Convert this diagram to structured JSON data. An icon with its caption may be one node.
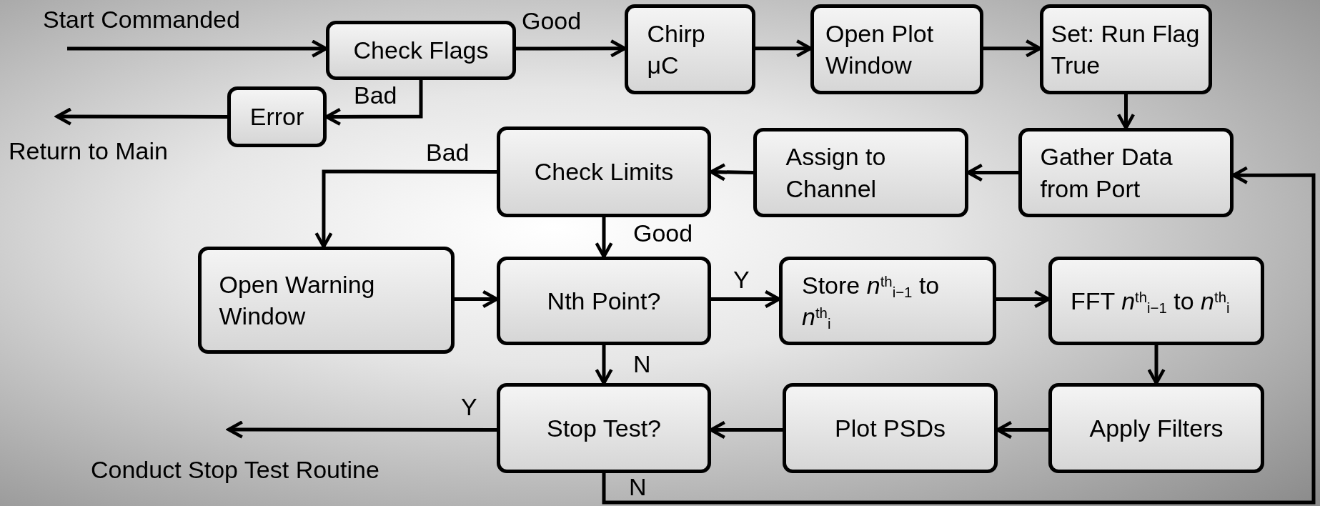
{
  "diagram": {
    "nodes": [
      {
        "text": [
          "Check Flags"
        ]
      },
      {
        "text": [
          "Chirp μC"
        ]
      },
      {
        "text": [
          "Open Plot Window"
        ]
      },
      {
        "text": [
          "Set: Run Flag True"
        ]
      },
      {
        "text": [
          "Error"
        ]
      },
      {
        "text": [
          "Check Limits"
        ]
      },
      {
        "text": [
          "Assign to Channel"
        ]
      },
      {
        "text": [
          "Gather Data from Port"
        ]
      },
      {
        "text": [
          "Open Warning Window"
        ]
      },
      {
        "text": [
          "Nth Point?"
        ]
      },
      {
        "text": [
          "Store *n*$^{th}$$_{i−1}$ to *n*$^{th}$$_{i}$"
        ]
      },
      {
        "text": [
          "FFT *n*$^{th}$$_{i−1}$ to *n*$^{th}$$_{i}$"
        ]
      },
      {
        "text": [
          "Stop Test?"
        ]
      },
      {
        "text": [
          "Plot PSDs"
        ]
      },
      {
        "text": [
          "Apply Filters"
        ]
      }
    ],
    "edges": [
      {
        "from": null,
        "to": 0,
        "arrow": "to",
        "label": "Start Commanded"
      },
      {
        "from": 0,
        "to": 1,
        "arrow": "to",
        "label": "Good"
      },
      {
        "from": 1,
        "to": 2,
        "arrow": "to"
      },
      {
        "from": 2,
        "to": 3,
        "arrow": "to"
      },
      {
        "from": 0,
        "to": 4,
        "arrow": "to",
        "label": "Bad"
      },
      {
        "from": 4,
        "to": null,
        "arrow": "to",
        "label": "Return to Main"
      },
      {
        "from": 3,
        "to": 7,
        "arrow": "to"
      },
      {
        "from": 7,
        "to": 6,
        "arrow": "to"
      },
      {
        "from": 6,
        "to": 5,
        "arrow": "to"
      },
      {
        "from": 5,
        "to": 8,
        "arrow": "to",
        "label": "Bad"
      },
      {
        "from": 5,
        "to": 9,
        "arrow": "to",
        "label": "Good"
      },
      {
        "from": 8,
        "to": 9,
        "arrow": "to"
      },
      {
        "from": 9,
        "to": 10,
        "arrow": "to",
        "label": "Y"
      },
      {
        "from": 10,
        "to": 11,
        "arrow": "to"
      },
      {
        "from": 11,
        "to": 14,
        "arrow": "to"
      },
      {
        "from": 14,
        "to": 13,
        "arrow": "to"
      },
      {
        "from": 13,
        "to": 12,
        "arrow": "to"
      },
      {
        "from": 9,
        "to": 12,
        "arrow": "to",
        "label": "N"
      },
      {
        "from": 12,
        "to": null,
        "arrow": "to",
        "label": "Y"
      },
      {
        "from": 12,
        "to": 7,
        "arrow": "to",
        "label": "N"
      }
    ],
    "labels": [
      "Conduct Stop Test Routine"
    ]
  }
}
